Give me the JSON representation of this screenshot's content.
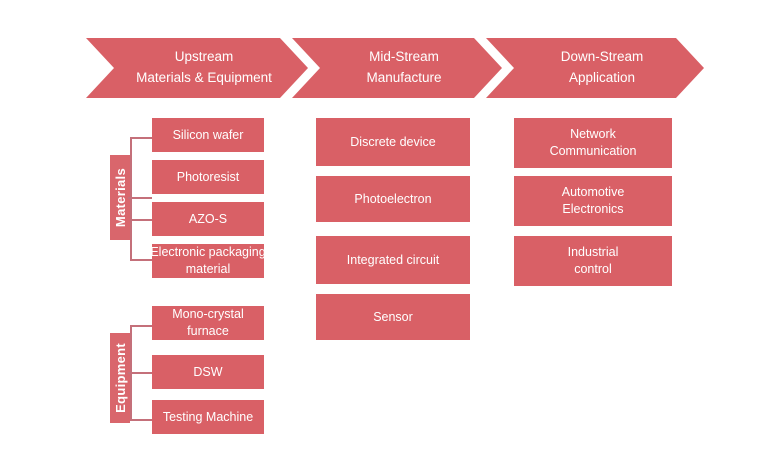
{
  "diagram": {
    "title": "Semiconductor Industry Chain",
    "background_color": "#ffffff",
    "accent_color": "#d96066",
    "label_bar_color": "#d9666c",
    "connector_color": "#c4707a",
    "text_color": "#ffffff"
  },
  "banners": [
    {
      "line1": "Upstream",
      "line2": "Materials & Equipment"
    },
    {
      "line1": "Mid-Stream",
      "line2": "Manufacture"
    },
    {
      "line1": "Down-Stream",
      "line2": "Application"
    }
  ],
  "upstream": {
    "groups": [
      {
        "label": "Materials",
        "items": [
          {
            "line1": "Silicon wafer",
            "line2": ""
          },
          {
            "line1": "Photoresist",
            "line2": ""
          },
          {
            "line1": "AZO-S",
            "line2": ""
          },
          {
            "line1": "Electronic packaging",
            "line2": "material"
          }
        ]
      },
      {
        "label": "Equipment",
        "items": [
          {
            "line1": "Mono-crystal",
            "line2": "furnace"
          },
          {
            "line1": "DSW",
            "line2": ""
          },
          {
            "line1": "Testing Machine",
            "line2": ""
          }
        ]
      }
    ]
  },
  "midstream": {
    "items": [
      {
        "line1": "Discrete device",
        "line2": ""
      },
      {
        "line1": "Photoelectron",
        "line2": ""
      },
      {
        "line1": "Integrated circuit",
        "line2": ""
      },
      {
        "line1": "Sensor",
        "line2": ""
      }
    ]
  },
  "downstream": {
    "items": [
      {
        "line1": "Network",
        "line2": "Communication"
      },
      {
        "line1": "Automotive",
        "line2": "Electronics"
      },
      {
        "line1": "Industrial",
        "line2": "control"
      }
    ]
  }
}
